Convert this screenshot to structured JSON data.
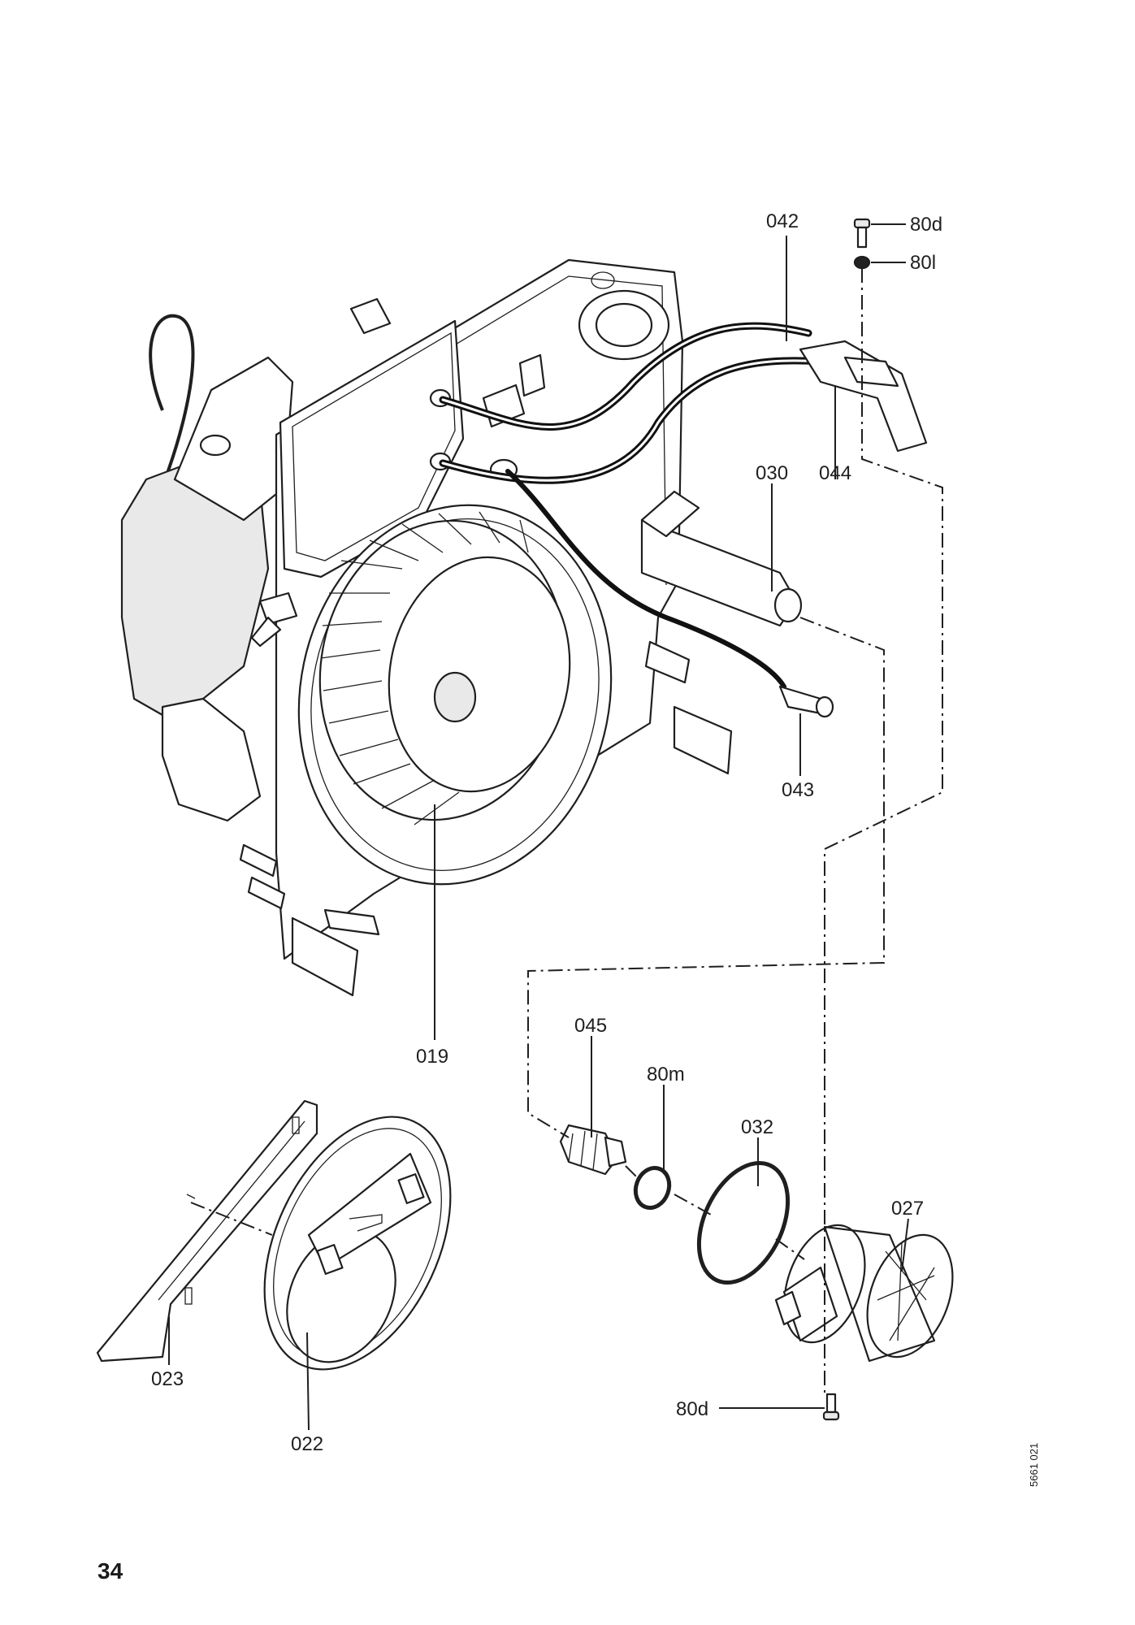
{
  "page": {
    "number": "34",
    "drawing_ref": "5661 021"
  },
  "callouts": {
    "c042": "042",
    "c80d_top": "80d",
    "c80l": "80l",
    "c030": "030",
    "c044": "044",
    "c043": "043",
    "c019": "019",
    "c045": "045",
    "c80m": "80m",
    "c032": "032",
    "c027": "027",
    "c023": "023",
    "c022": "022",
    "c80d_bottom": "80d"
  }
}
